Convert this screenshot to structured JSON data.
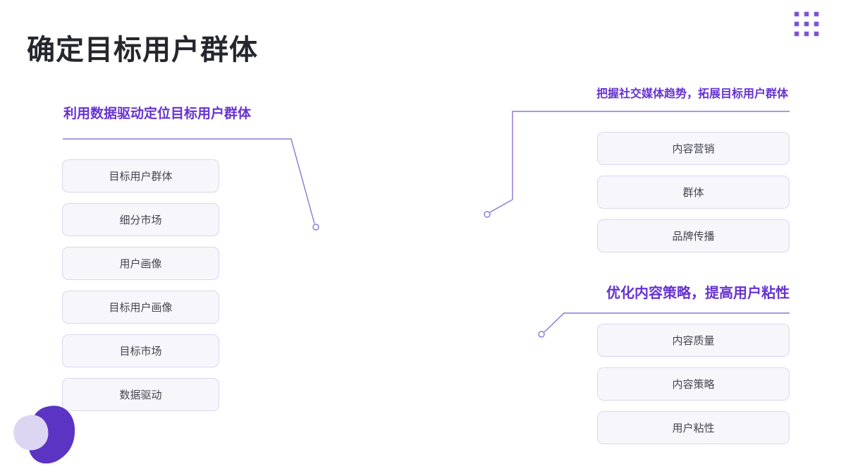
{
  "slide": {
    "title": "确定目标用户群体"
  },
  "left_section": {
    "heading": "利用数据驱动定位目标用户群体",
    "items": [
      "目标用户群体",
      "细分市场",
      "用户画像",
      "目标用户画像",
      "目标市场",
      "数据驱动"
    ]
  },
  "right_top_section": {
    "heading": "把握社交媒体趋势，拓展目标用户群体",
    "items": [
      "内容营销",
      "群体",
      "品牌传播"
    ]
  },
  "right_bottom_section": {
    "heading": "优化内容策略，提高用户粘性",
    "items": [
      "内容质量",
      "内容策略",
      "用户粘性"
    ]
  },
  "colors": {
    "accent_purple": "#6733d1",
    "connector_line": "#8a76d8",
    "box_background": "#f7f6fb",
    "box_border": "#dcd6ef",
    "box_text": "#45454f",
    "title_text": "#26262e",
    "blob_purple": "#5b34c4",
    "blob_lavender": "#ddd6f2",
    "dot_purple": "#7b52cf"
  },
  "decor": {
    "dots_grid": "3x3 purple square grid",
    "corner_blob": "purple rounded-triangle with lavender petal"
  }
}
